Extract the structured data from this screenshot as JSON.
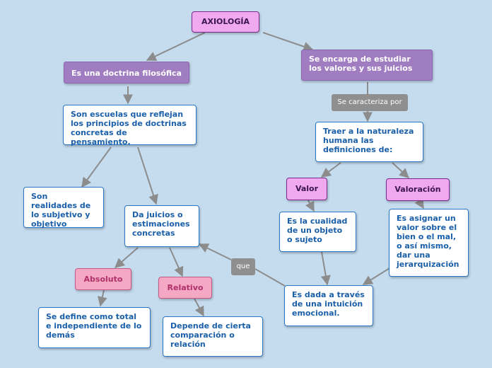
{
  "colors": {
    "background": "#c5dcef",
    "edge": "#8c8c8c",
    "text_blue": "#1a5fa8",
    "root_fill": "#f0a8ee",
    "purple_fill": "#a07cc0",
    "pink_fill": "#f4a8c4",
    "label_fill": "#8f8f8f"
  },
  "nodes": {
    "root": "AXIOLOGÍA",
    "doctrina": "Es una doctrina filosófica",
    "estudiar": "Se encarga de estudiar los valores y sus juicios",
    "escuelas": "Son escuelas que reflejan los principios de doctrinas concretas de pensamiento.",
    "naturaleza": "Traer a la naturaleza humana las definiciones de:",
    "realidades": "Son realidades de lo subjetivo y objetivo",
    "juicios": "Da juicios o estimaciones concretas",
    "valor": "Valor",
    "valoracion": "Valoración",
    "cualidad": "Es la cualidad de un objeto o sujeto",
    "asignar": "Es asignar un valor sobre el bien o el mal, o así mismo, dar una jerarquización",
    "absoluto": "Absoluto",
    "relativo": "Relativo",
    "intuicion": "Es dada a través de una intuición emocional.",
    "define": "Se define como total e independiente de lo demás",
    "depende": "Depende de cierta comparación o relación"
  },
  "labels": {
    "caracteriza": "Se caracteriza por",
    "que": "que"
  }
}
